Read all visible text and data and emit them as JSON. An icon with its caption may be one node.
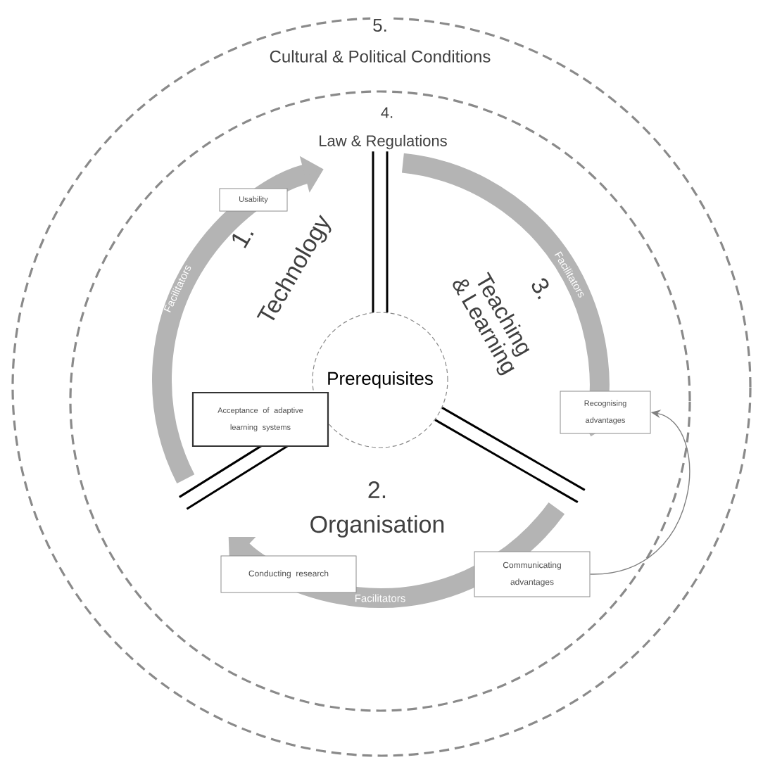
{
  "diagram": {
    "nodes": [
      {
        "text": [
          "5.",
          "Cultural & Political Conditions"
        ]
      },
      {
        "text": [
          "4.",
          "Law & Regulations"
        ],
        "in": 0
      },
      {
        "text": [
          "Prerequisites"
        ],
        "in": 1
      },
      {
        "text": [
          "Usability"
        ],
        "in": 1
      },
      {
        "text": [
          "Acceptance of adaptive learning systems"
        ],
        "in": 1
      },
      {
        "text": [
          "Conducting research"
        ],
        "in": 1
      },
      {
        "text": [
          "Recognising advantages"
        ],
        "in": 1
      },
      {
        "text": [
          "Communicating advantages"
        ],
        "in": 1
      }
    ],
    "edges": [
      {
        "from": 7,
        "to": 6,
        "arrow": "to"
      }
    ],
    "labels": [
      "1.",
      "Technology",
      "Facilitators",
      "3.",
      "Teaching & Learning",
      "Facilitators",
      "2.",
      "Organisation",
      "Facilitators"
    ]
  }
}
